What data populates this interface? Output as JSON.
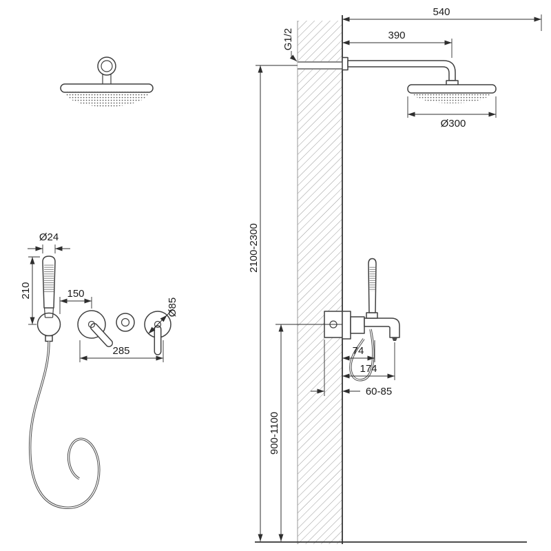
{
  "drawing": {
    "labels": {
      "dim_540": "540",
      "dim_390": "390",
      "thread_size": "G1/2",
      "head_diameter": "Ø300",
      "install_height_range": "2100-2300",
      "mixer_height_range": "900-1100",
      "dim_74": "74",
      "dim_174": "174",
      "valve_depth_range": "60-85",
      "handshower_diameter": "Ø24",
      "handshower_length": "210",
      "dim_150": "150",
      "dim_285": "285",
      "escutcheon_diameter": "Ø85"
    },
    "colors": {
      "line": "#3f3f3f",
      "dimension": "#2e2e2e",
      "hatch": "#999999",
      "background": "#ffffff"
    }
  }
}
